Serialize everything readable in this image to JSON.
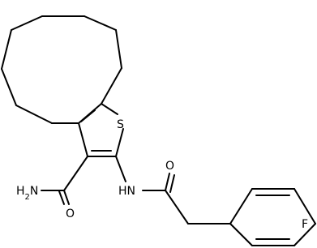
{
  "molecule": {
    "atom_labels": [
      {
        "id": "S",
        "text": "S"
      },
      {
        "id": "O_amide",
        "text": "O"
      },
      {
        "id": "O_acyl",
        "text": "O"
      },
      {
        "id": "NH2",
        "text": "H2N"
      },
      {
        "id": "NH",
        "text": "HN"
      },
      {
        "id": "F",
        "text": "F"
      }
    ]
  }
}
